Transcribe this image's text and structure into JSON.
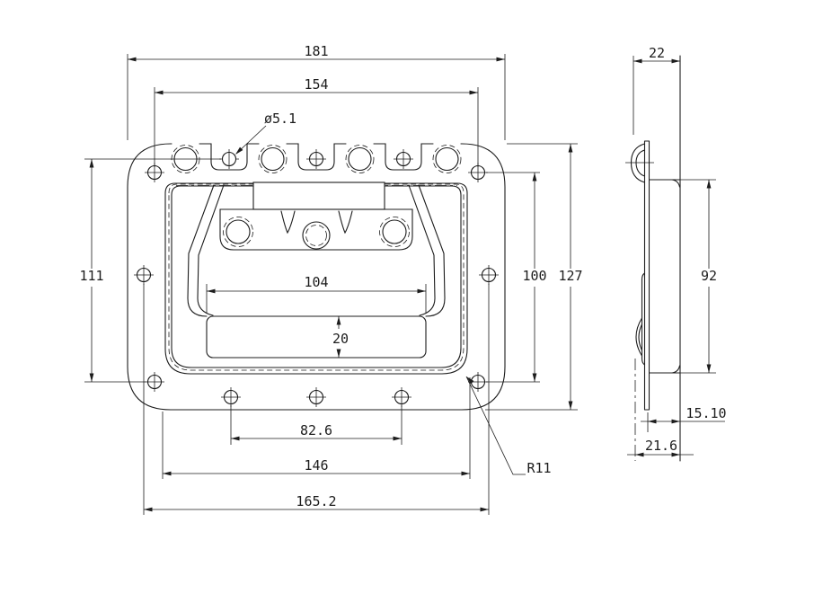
{
  "drawing": {
    "background": "#ffffff",
    "line_color": "#1c1c1c",
    "dims": {
      "front": {
        "overall_width": "181",
        "hole_row_width": "154",
        "hole_callout": "ø5.1",
        "left_hole_spacing": "111",
        "right_hole_spacing": "100",
        "overall_height": "127",
        "grip_width": "104",
        "grip_height": "20",
        "bottom_hole_spacing": "82.6",
        "recess_width": "146",
        "outer_hole_spacing": "165.2",
        "corner_radius": "R11"
      },
      "side": {
        "overall_depth": "22",
        "recess_height": "92",
        "recess_depth": "15.10",
        "overall_thickness": "21.6"
      }
    }
  }
}
